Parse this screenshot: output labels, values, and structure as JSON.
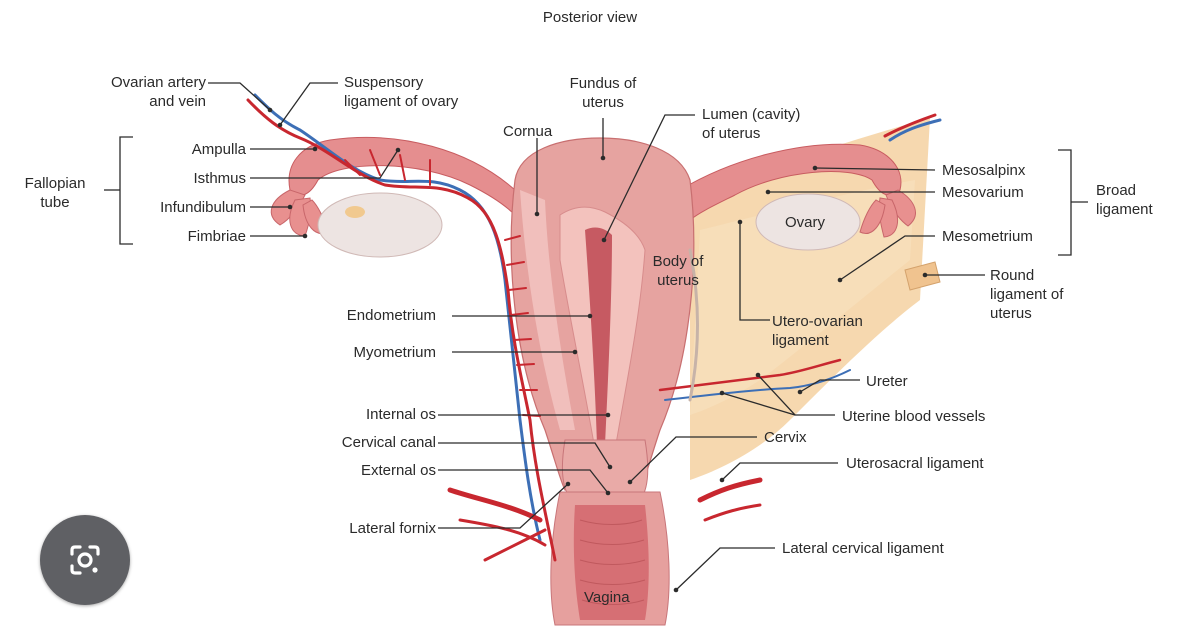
{
  "title": "Posterior view",
  "colors": {
    "artery": "#c8272f",
    "vein": "#3d6fb6",
    "uterus": "#e39a98",
    "uterus_light": "#f3c6c2",
    "lumen": "#c9565c",
    "ligament": "#f4d1a0",
    "ovary": "#ece6e4",
    "leader": "#2b2b2b"
  },
  "labels": {
    "ovarian_artery_vein": "Ovarian artery\nand vein",
    "suspensory_ligament": "Suspensory\nligament of ovary",
    "fundus": "Fundus of\nuterus",
    "lumen": "Lumen (cavity)\nof uterus",
    "cornua": "Cornua",
    "ampulla": "Ampulla",
    "isthmus": "Isthmus",
    "infundibulum": "Infundibulum",
    "fimbriae": "Fimbriae",
    "fallopian_tube": "Fallopian\ntube",
    "mesosalpinx": "Mesosalpinx",
    "mesovarium": "Mesovarium",
    "mesometrium": "Mesometrium",
    "broad_ligament": "Broad\nligament",
    "ovary": "Ovary",
    "body_of_uterus": "Body of\nuterus",
    "round_ligament": "Round\nligament of\nuterus",
    "utero_ovarian": "Utero-ovarian\nligament",
    "endometrium": "Endometrium",
    "myometrium": "Myometrium",
    "ureter": "Ureter",
    "uterine_vessels": "Uterine blood vessels",
    "internal_os": "Internal os",
    "cervical_canal": "Cervical canal",
    "cervix": "Cervix",
    "external_os": "External os",
    "uterosacral": "Uterosacral ligament",
    "lateral_fornix": "Lateral fornix",
    "lateral_cervical": "Lateral cervical ligament",
    "vagina": "Vagina"
  },
  "lens_icon": "google-lens-icon"
}
